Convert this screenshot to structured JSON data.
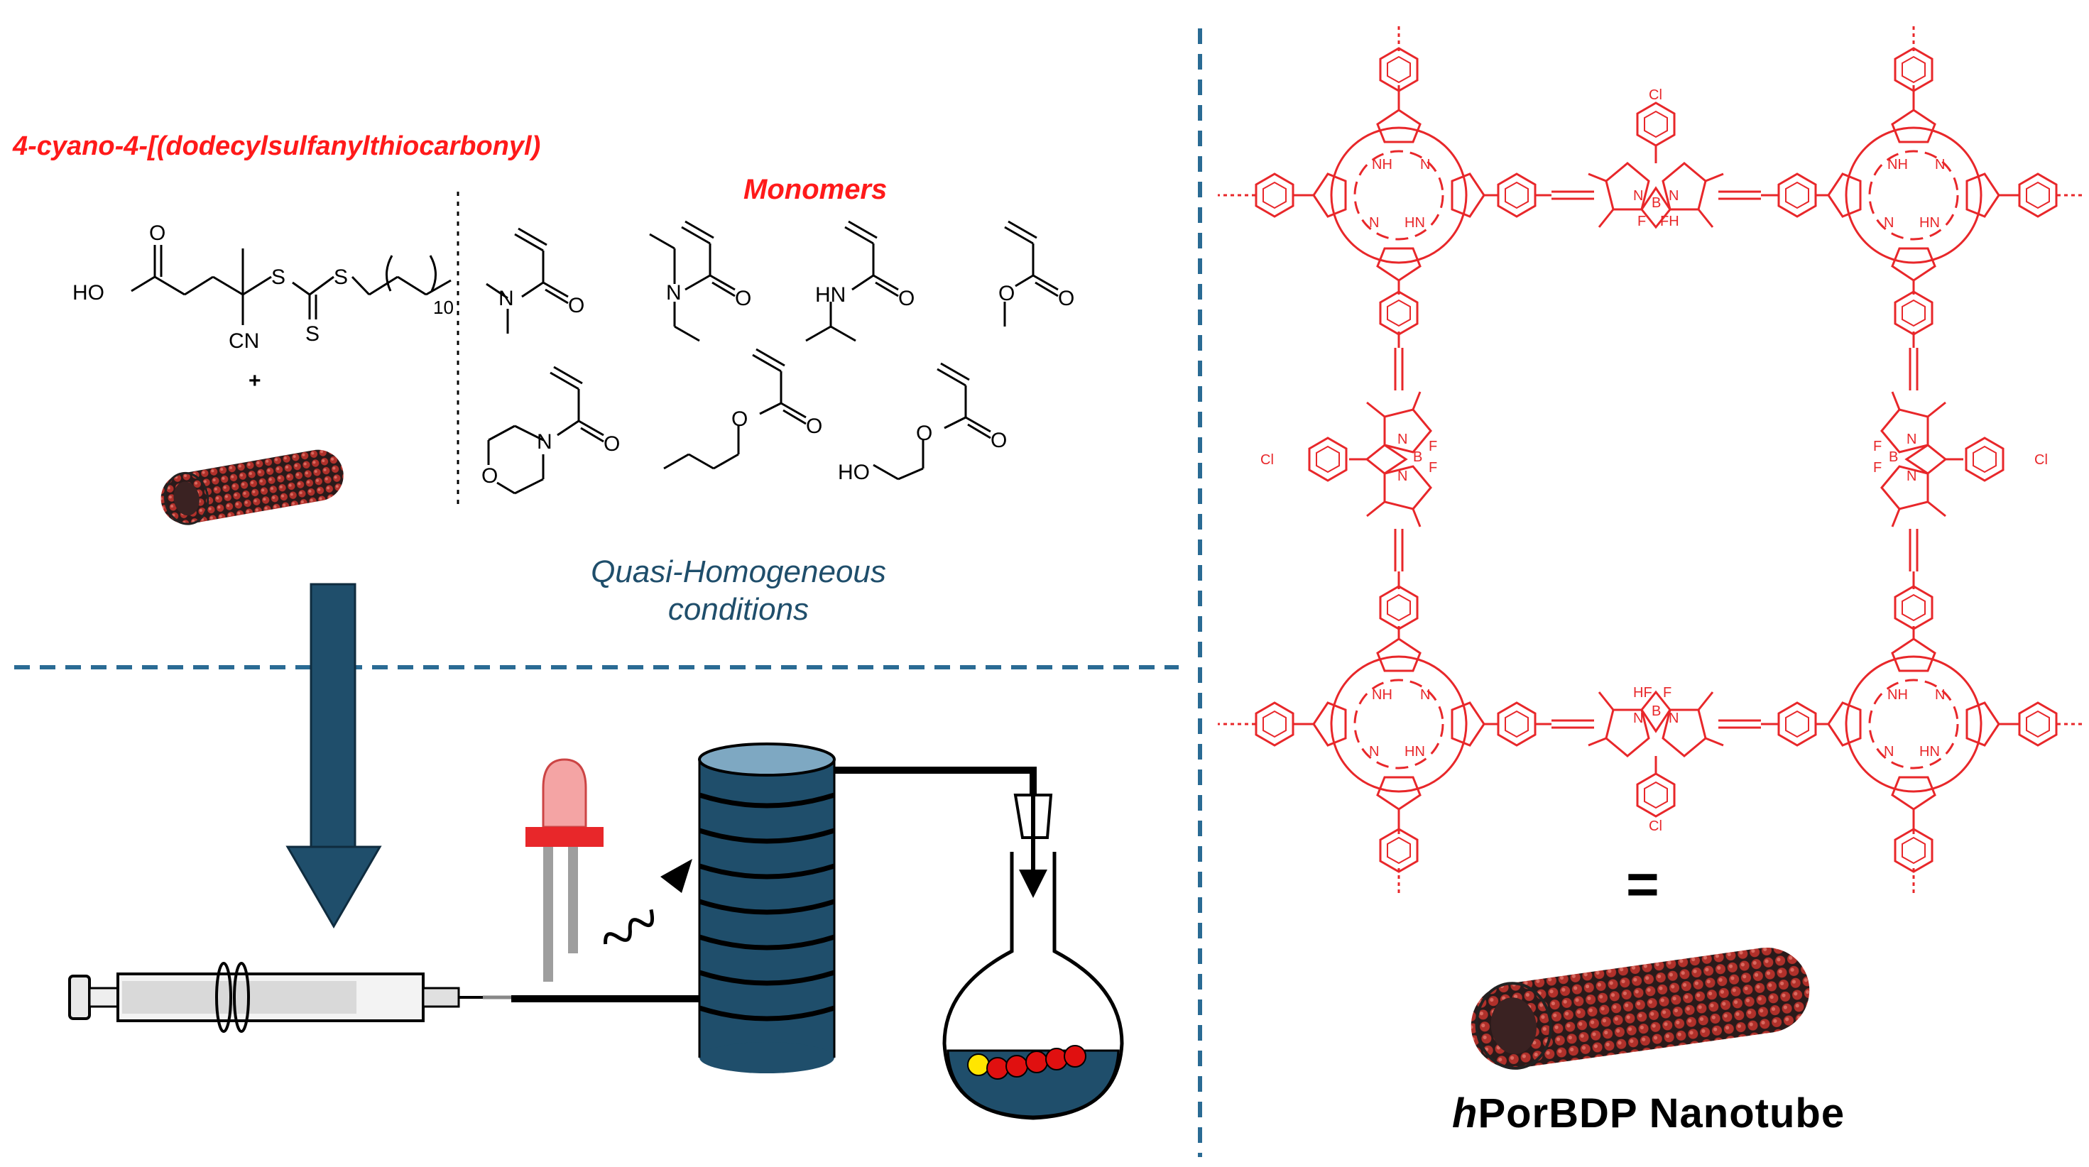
{
  "cta": {
    "title": "4-cyano-4-[(dodecylsulfanylthiocarbonyl)",
    "labels": {
      "ho": "HO",
      "o": "O",
      "cn": "CN",
      "s": "S",
      "sub": "10"
    },
    "plus": "+"
  },
  "monomers": {
    "title": "Monomers",
    "atoms": {
      "n": "N",
      "o": "O",
      "hn": "HN",
      "ho": "HO"
    }
  },
  "conditions": {
    "line1": "Quasi-Homogeneous",
    "line2": "conditions"
  },
  "framework": {
    "atoms": {
      "nh": "NH",
      "hn": "HN",
      "n": "N",
      "cl": "Cl",
      "b": "B",
      "f": "F",
      "fh": "FH",
      "hf": "HF"
    },
    "equals": "=",
    "label_italic": "h",
    "label_rest": "PorBDP Nanotube"
  },
  "colors": {
    "accent_red": "#e8272a",
    "dark_blue": "#1f4e6b",
    "divider": "#2a6b94"
  }
}
